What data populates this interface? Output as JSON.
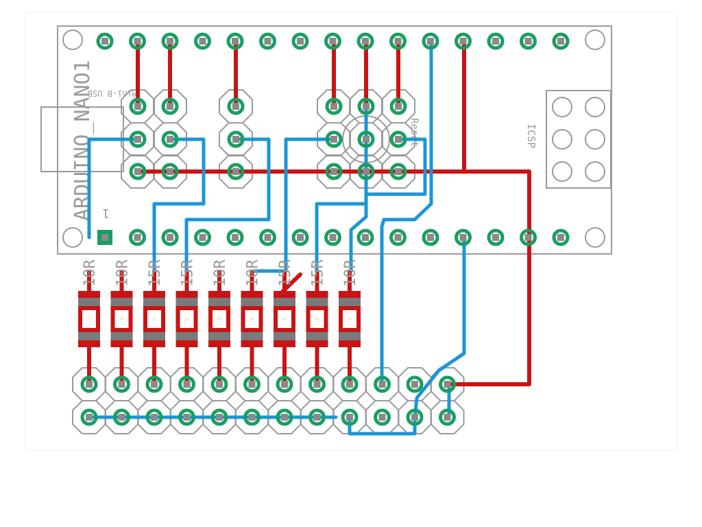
{
  "board": {
    "title": "ARDUINO_NANO1",
    "usb_label": "Mini-B USB",
    "icsp_label": "ICSP",
    "reset_label": "Reset",
    "pin1_marker": "1"
  },
  "resistors": [
    {
      "label": "10R"
    },
    {
      "label": "10R"
    },
    {
      "label": "15R"
    },
    {
      "label": "15R"
    },
    {
      "label": "10R"
    },
    {
      "label": "10R"
    },
    {
      "label": "15R"
    },
    {
      "label": "15R"
    },
    {
      "label": "10R"
    }
  ],
  "colors": {
    "copper_top": "#c81414",
    "copper_bottom": "#1a96d6",
    "pad": "#1a9e62",
    "silkscreen": "#9a9a9a",
    "smd_pad": "#c81414",
    "smd_body": "#7a7a7a"
  }
}
